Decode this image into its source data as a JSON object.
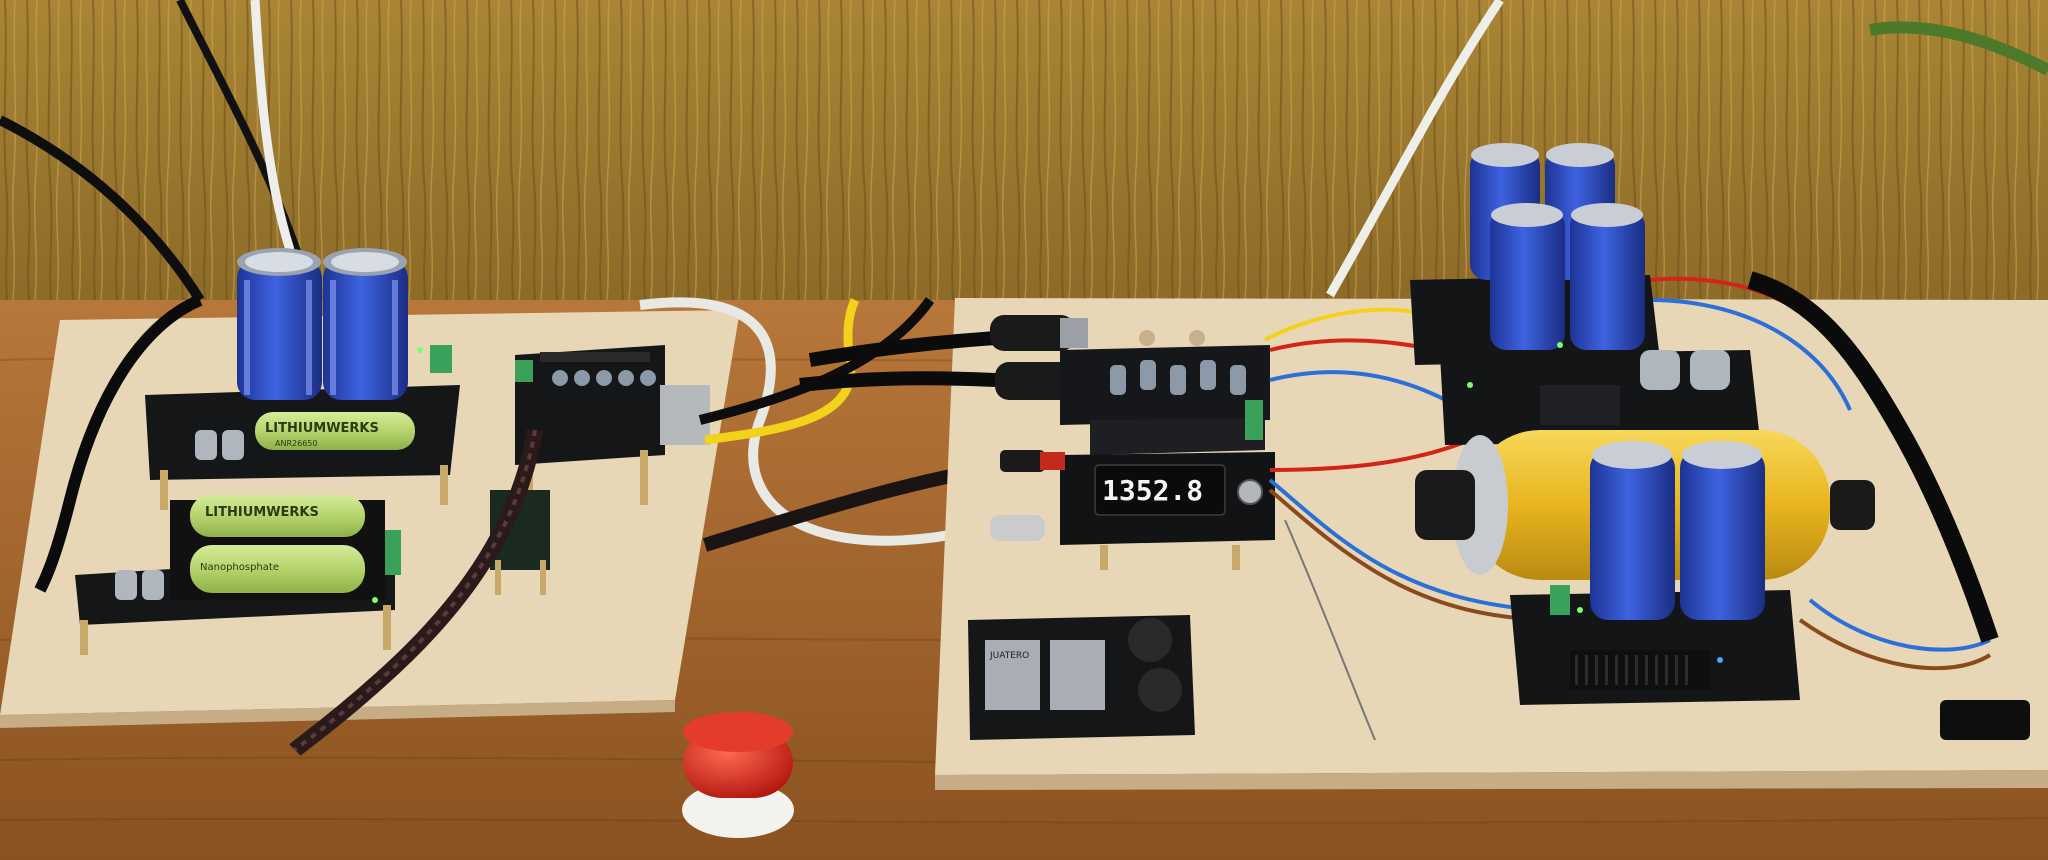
{
  "colors": {
    "wall": "#b08a3a",
    "wall_dark": "#7a5a22",
    "table": "#a8692e",
    "table_dark": "#6e3f16",
    "plywood": "#e7d6b6",
    "plywood_edge": "#c9b08a",
    "pcb": "#17191c",
    "capacitor": "#2f4fc4",
    "capacitor_band": "#8fa6ff",
    "battery": "#b9d977",
    "cable_black": "#0e0e0e",
    "cable_white": "#e8e8e4",
    "cable_yellow": "#f2d21a",
    "cable_red": "#d42418",
    "cable_blue": "#2a70d8",
    "oled": "#0b0b0b",
    "oled_text": "#f4f4f4",
    "button_red": "#d4261c",
    "bus_capacitor_wrap": "#f1c232"
  },
  "labels": {
    "battery_brand": "LITHIUMWERKS",
    "battery_model": "ANR26650",
    "battery_tech": "Nanophosphate",
    "oled_reading": "1352.8",
    "transformer_brand": "JUATERO"
  }
}
